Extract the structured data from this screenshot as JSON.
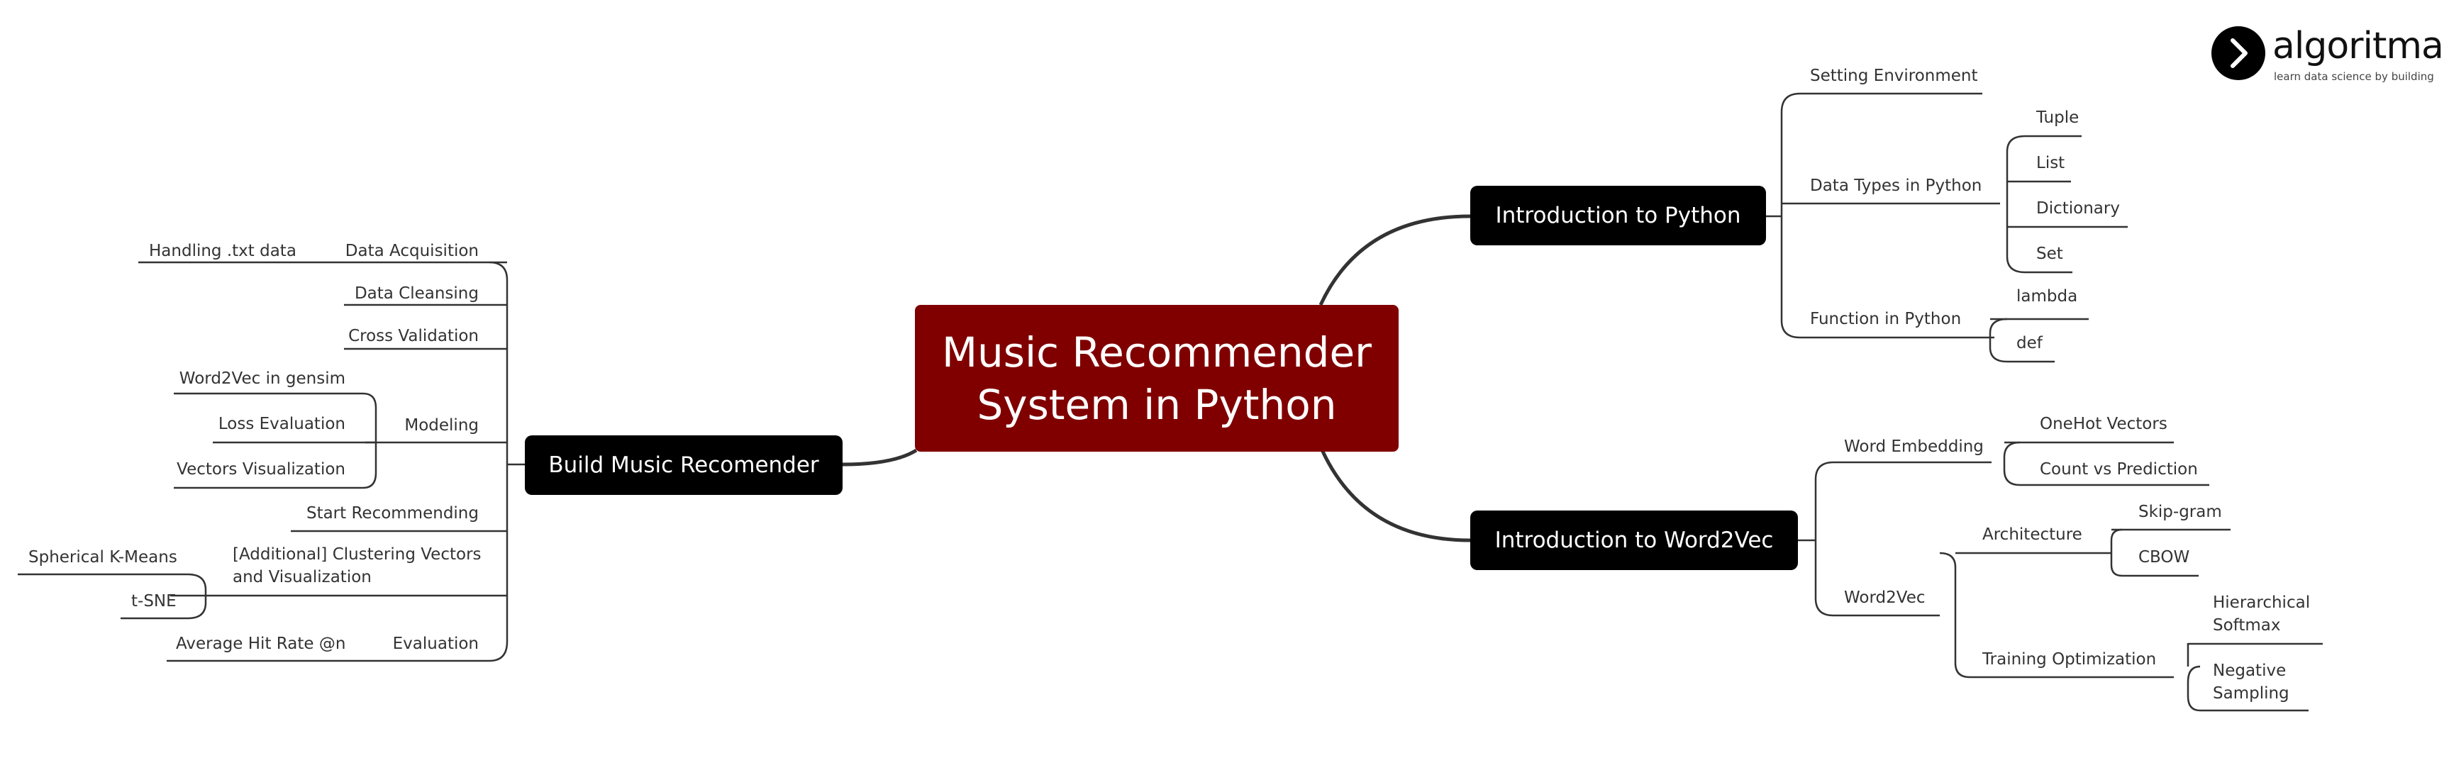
{
  "central_topic": "Music Recommender System in Python",
  "logo": {
    "name": "algoritma",
    "tagline": "learn data science by building"
  },
  "colors": {
    "central": "#800000",
    "topic": "#000000",
    "line": "#333333"
  },
  "branches": {
    "intro_python": {
      "title": "Introduction to Python",
      "setting_environment": "Setting Environment",
      "data_types": {
        "label": "Data Types in Python",
        "tuple": "Tuple",
        "list": "List",
        "dictionary": "Dictionary",
        "set": "Set"
      },
      "functions": {
        "label": "Function in Python",
        "lambda": "lambda",
        "def": "def"
      }
    },
    "intro_word2vec": {
      "title": "Introduction to Word2Vec",
      "word_embedding": {
        "label": "Word Embedding",
        "onehot": "OneHot Vectors",
        "count_vs_prediction": "Count vs Prediction"
      },
      "word2vec": {
        "label": "Word2Vec",
        "architecture": {
          "label": "Architecture",
          "skipgram": "Skip-gram",
          "cbow": "CBOW"
        },
        "training": {
          "label": "Training Optimization",
          "hierarchical_softmax": "Hierarchical Softmax",
          "negative_sampling": "Negative Sampling"
        }
      }
    },
    "build_recommender": {
      "title": "Build Music Recomender",
      "data_acquisition": {
        "label": "Data Acquisition",
        "handling_txt": "Handling .txt data"
      },
      "data_cleansing": "Data Cleansing",
      "cross_validation": "Cross Validation",
      "modeling": {
        "label": "Modeling",
        "gensim": "Word2Vec in gensim",
        "loss_eval": "Loss Evaluation",
        "vectors_viz": "Vectors Visualization"
      },
      "start_recommending": "Start Recommending",
      "clustering": {
        "label": "[Additional] Clustering Vectors and Visualization",
        "kmeans": "Spherical K-Means",
        "tsne": "t-SNE"
      },
      "evaluation": {
        "label": "Evaluation",
        "hit_rate": "Average Hit Rate @n"
      }
    }
  }
}
